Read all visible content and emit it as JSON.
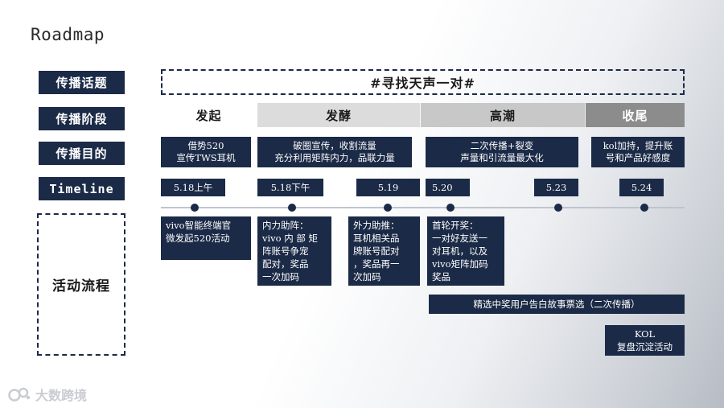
{
  "title": "Roadmap",
  "row_labels": {
    "topic": "传播话题",
    "stage": "传播阶段",
    "goal": "传播目的",
    "timeline": "Timeline",
    "flow": "活动流程"
  },
  "topic": "#寻找天声一对#",
  "stages": [
    "发起",
    "发酵",
    "高潮",
    "收尾"
  ],
  "goals": [
    "借势520\n宣传TWS耳机",
    "破圈宣传，收割流量\n充分利用矩阵内力，品联力量",
    "二次传播+裂变\n声量和引流量最大化",
    "kol加持，提升账\n号和产品好感度"
  ],
  "dates": [
    "5.18上午",
    "5.18下午",
    "5.19",
    "5.20",
    "5.23",
    "5.24"
  ],
  "activities": [
    "vivo智能终端官\n微发起520活动",
    "内力助阵：\nvivo 内 部 矩\n阵账号争宠\n配对，奖品\n一次加码",
    "外力助推：\n耳机相关品\n牌账号配对\n，奖品再一\n次加码",
    "首轮开奖：\n一对好友送一\n对耳机，以及\nvivo矩阵加码\n奖品"
  ],
  "selection_bar": "精选中奖用户告白故事票选（二次传播）",
  "kol_box": [
    "KOL",
    "复盘沉淀活动"
  ],
  "watermark": "大数跨境",
  "colors": {
    "navy": "#1b2a46",
    "stage_fill_1": "#ffffff",
    "stage_fill_2": "#dcdcdc",
    "stage_fill_3": "#c8c8c8",
    "stage_fill_4": "#8c8c8c"
  }
}
